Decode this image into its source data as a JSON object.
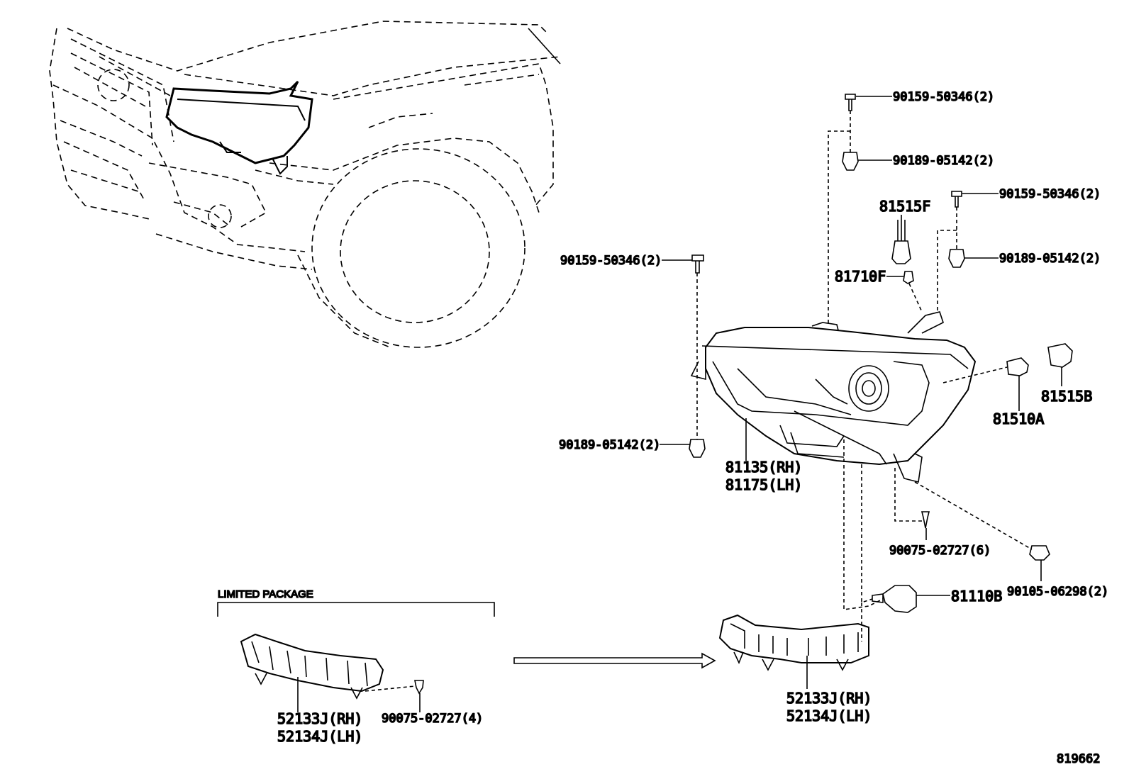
{
  "diagram_id": "819662",
  "package_note": "LIMITED PACKAGE",
  "colors": {
    "line": "#000000",
    "background": "#ffffff"
  },
  "labels": {
    "p_90159_top": "90159-50346(2)",
    "p_90189_top": "90189-05142(2)",
    "p_90159_right": "90159-50346(2)",
    "p_90189_right": "90189-05142(2)",
    "p_81515F": "81515F",
    "p_81710F": "81710F",
    "p_90159_left": "90159-50346(2)",
    "p_90189_left": "90189-05142(2)",
    "p_81510A": "81510A",
    "p_81515B": "81515B",
    "p_81135": "81135(RH)",
    "p_81175": "81175(LH)",
    "p_90075_6": "90075-02727(6)",
    "p_90105": "90105-06298(2)",
    "p_81110B": "81110B",
    "p_52133_main": "52133J(RH)",
    "p_52134_main": "52134J(LH)",
    "p_52133_ltd": "52133J(RH)",
    "p_52134_ltd": "52134J(LH)",
    "p_90075_4": "90075-02727(4)"
  }
}
